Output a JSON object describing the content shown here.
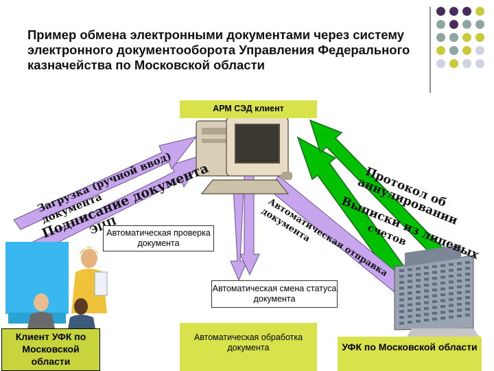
{
  "title": "Пример обмена электронными документами через систему электронного документооборота Управления Федерального казначейства по Московской области",
  "decor": {
    "dot_colors": [
      "#4a2b5e",
      "#8ea6a2",
      "#c9c93a",
      "#cfd4e0"
    ]
  },
  "nodes": {
    "arm_client": "АРМ СЭД клиент",
    "auto_check": "Автоматическая проверка документа",
    "status_change": "Автоматическая смена статуса документа",
    "auto_processing": "Автоматическая обработка документа",
    "ufk_client": "Клиент УФК по Московской области",
    "ufk": "УФК по Московской области"
  },
  "arrow_labels": {
    "upload_line1": "Загрузка (ручной ввод)",
    "upload_line2": "документа",
    "sign_line1": "Подписание документа",
    "sign_line2": "ЭЦП",
    "auto_send_line1": "Автоматическая отправка",
    "auto_send_line2": "документа",
    "protocols_line1": "Протокол об",
    "protocols_line2": "аннулировании",
    "statements_line1": "Выписки из лицевых",
    "statements_line2": "счетов"
  },
  "colors": {
    "green_arrow": "#00c000",
    "lavender_arrow": "#c8a6ee",
    "yellow_box": "#d8e24a"
  }
}
